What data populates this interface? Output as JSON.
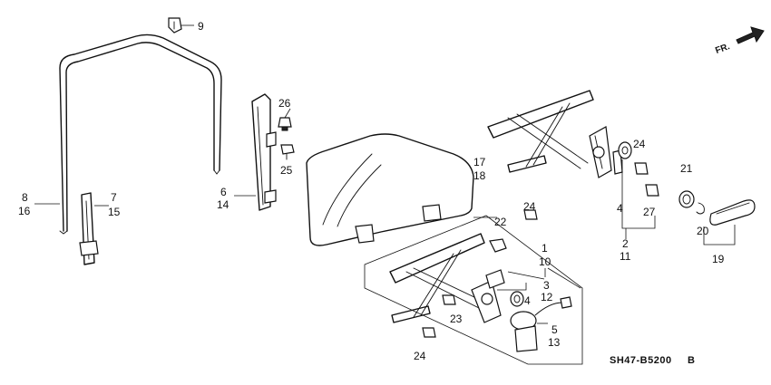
{
  "diagram": {
    "drawing_code": "SH47-B5200",
    "drawing_suffix": "B",
    "direction_label": "FR.",
    "callouts": {
      "n1": "1",
      "n2": "2",
      "n3": "3",
      "n4a": "4",
      "n4b": "4",
      "n5": "5",
      "n6": "6",
      "n7": "7",
      "n8": "8",
      "n9": "9",
      "n10": "10",
      "n11": "11",
      "n12": "12",
      "n13": "13",
      "n14": "14",
      "n15": "15",
      "n16": "16",
      "n17": "17",
      "n18": "18",
      "n19": "19",
      "n20": "20",
      "n21": "21",
      "n22": "22",
      "n23": "23",
      "n24a": "24",
      "n24b": "24",
      "n24c": "24",
      "n25": "25",
      "n26": "26",
      "n27": "27"
    },
    "parts": [
      "door-glass-run-channel",
      "rear-lower-sash",
      "front-lower-sash",
      "door-glass",
      "manual-window-regulator",
      "power-window-regulator",
      "window-motor",
      "regulator-handle",
      "handle-escutcheon"
    ]
  }
}
